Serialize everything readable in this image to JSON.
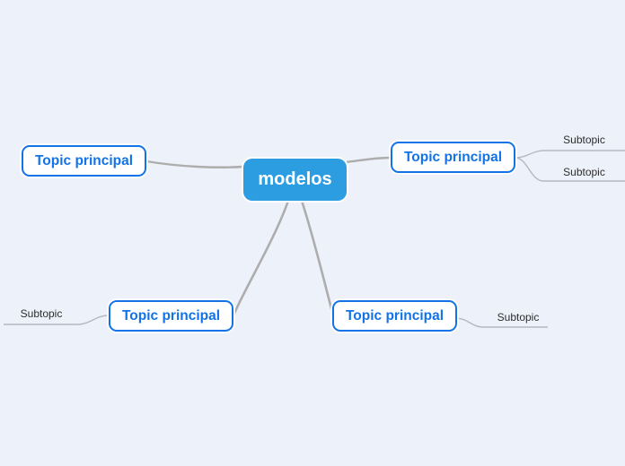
{
  "colors": {
    "canvas_background": "#edf1f9",
    "root_fill": "#2d9de2",
    "root_text": "#ffffff",
    "topic_border": "#1273e8",
    "topic_text": "#1273e8",
    "branch_line": "#adadad",
    "subtopic_line": "#b4b8bf",
    "subtopic_text": "#2d2d2d"
  },
  "mindmap": {
    "root": {
      "label": "modelos"
    },
    "topics": [
      {
        "id": "top-left",
        "label": "Topic principal",
        "subtopics": []
      },
      {
        "id": "top-right",
        "label": "Topic principal",
        "subtopics": [
          {
            "label": "Subtopic"
          },
          {
            "label": "Subtopic"
          }
        ]
      },
      {
        "id": "bottom-left",
        "label": "Topic principal",
        "subtopics": [
          {
            "label": "Subtopic"
          }
        ]
      },
      {
        "id": "bottom-right",
        "label": "Topic principal",
        "subtopics": [
          {
            "label": "Subtopic"
          }
        ]
      }
    ]
  }
}
